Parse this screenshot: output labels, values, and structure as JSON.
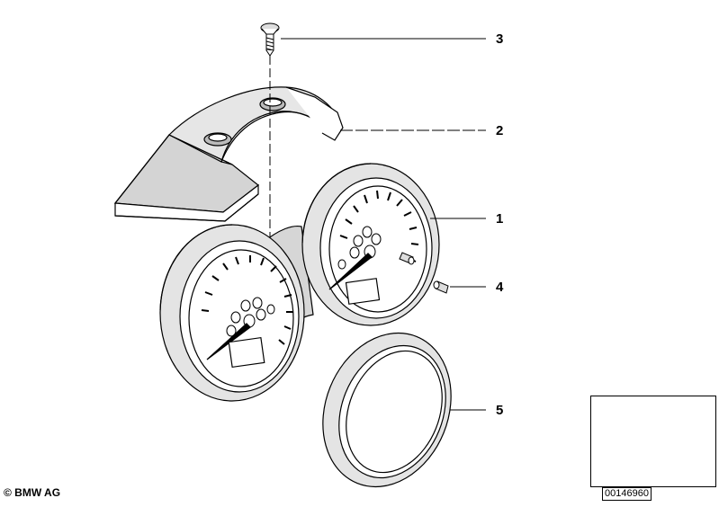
{
  "callouts": [
    {
      "number": "1",
      "part": "instrument-cluster"
    },
    {
      "number": "2",
      "part": "cover"
    },
    {
      "number": "3",
      "part": "screw"
    },
    {
      "number": "4",
      "part": "knob"
    },
    {
      "number": "5",
      "part": "trim-ring"
    }
  ],
  "copyright": "© BMW AG",
  "diagram_number": "00146960",
  "colors": {
    "line": "#000000",
    "shade": "#d9d9d9",
    "background": "#ffffff"
  }
}
